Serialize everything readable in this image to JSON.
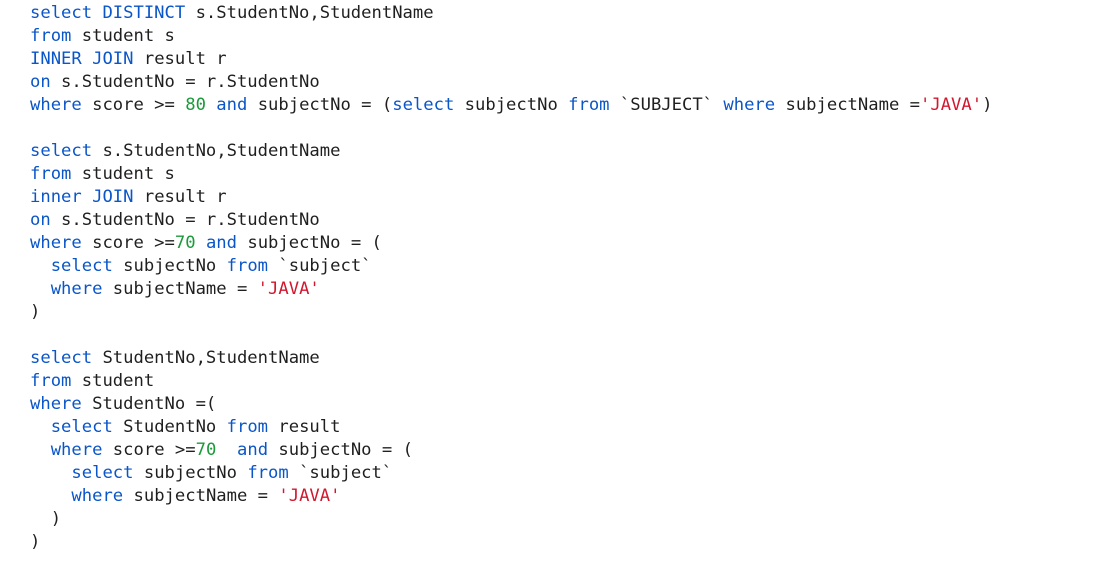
{
  "editor": {
    "colors": {
      "keyword": "#0a56c8",
      "number": "#1b9a3a",
      "string": "#d2182f",
      "plain": "#1f1f1f",
      "background": "#ffffff"
    },
    "lines": [
      [
        {
          "t": "kw",
          "v": "select"
        },
        {
          "t": "kw",
          "v": " DISTINCT"
        },
        {
          "t": "plain",
          "v": " s.StudentNo,StudentName"
        }
      ],
      [
        {
          "t": "kw",
          "v": "from"
        },
        {
          "t": "plain",
          "v": " student s"
        }
      ],
      [
        {
          "t": "kw",
          "v": "INNER"
        },
        {
          "t": "kw",
          "v": " JOIN"
        },
        {
          "t": "plain",
          "v": " result r"
        }
      ],
      [
        {
          "t": "kw",
          "v": "on"
        },
        {
          "t": "plain",
          "v": " s.StudentNo = r.StudentNo"
        }
      ],
      [
        {
          "t": "kw",
          "v": "where"
        },
        {
          "t": "plain",
          "v": " score >= "
        },
        {
          "t": "num",
          "v": "80"
        },
        {
          "t": "plain",
          "v": " "
        },
        {
          "t": "kw",
          "v": "and"
        },
        {
          "t": "plain",
          "v": " subjectNo = ("
        },
        {
          "t": "kw",
          "v": "select"
        },
        {
          "t": "plain",
          "v": " subjectNo "
        },
        {
          "t": "kw",
          "v": "from"
        },
        {
          "t": "plain",
          "v": " `SUBJECT` "
        },
        {
          "t": "kw",
          "v": "where"
        },
        {
          "t": "plain",
          "v": " subjectName ="
        },
        {
          "t": "str",
          "v": "'JAVA'"
        },
        {
          "t": "plain",
          "v": ")"
        }
      ],
      [],
      [
        {
          "t": "kw",
          "v": "select"
        },
        {
          "t": "plain",
          "v": " s.StudentNo,StudentName"
        }
      ],
      [
        {
          "t": "kw",
          "v": "from"
        },
        {
          "t": "plain",
          "v": " student s"
        }
      ],
      [
        {
          "t": "kw",
          "v": "inner"
        },
        {
          "t": "kw",
          "v": " JOIN"
        },
        {
          "t": "plain",
          "v": " result r"
        }
      ],
      [
        {
          "t": "kw",
          "v": "on"
        },
        {
          "t": "plain",
          "v": " s.StudentNo = r.StudentNo"
        }
      ],
      [
        {
          "t": "kw",
          "v": "where"
        },
        {
          "t": "plain",
          "v": " score >="
        },
        {
          "t": "num",
          "v": "70"
        },
        {
          "t": "plain",
          "v": " "
        },
        {
          "t": "kw",
          "v": "and"
        },
        {
          "t": "plain",
          "v": " subjectNo = ("
        }
      ],
      [
        {
          "t": "plain",
          "v": "  "
        },
        {
          "t": "kw",
          "v": "select"
        },
        {
          "t": "plain",
          "v": " subjectNo "
        },
        {
          "t": "kw",
          "v": "from"
        },
        {
          "t": "plain",
          "v": " `subject`"
        }
      ],
      [
        {
          "t": "plain",
          "v": "  "
        },
        {
          "t": "kw",
          "v": "where"
        },
        {
          "t": "plain",
          "v": " subjectName = "
        },
        {
          "t": "str",
          "v": "'JAVA'"
        }
      ],
      [
        {
          "t": "plain",
          "v": ")"
        }
      ],
      [],
      [
        {
          "t": "kw",
          "v": "select"
        },
        {
          "t": "plain",
          "v": " StudentNo,StudentName"
        }
      ],
      [
        {
          "t": "kw",
          "v": "from"
        },
        {
          "t": "plain",
          "v": " student"
        }
      ],
      [
        {
          "t": "kw",
          "v": "where"
        },
        {
          "t": "plain",
          "v": " StudentNo =("
        }
      ],
      [
        {
          "t": "plain",
          "v": "  "
        },
        {
          "t": "kw",
          "v": "select"
        },
        {
          "t": "plain",
          "v": " StudentNo "
        },
        {
          "t": "kw",
          "v": "from"
        },
        {
          "t": "plain",
          "v": " result"
        }
      ],
      [
        {
          "t": "plain",
          "v": "  "
        },
        {
          "t": "kw",
          "v": "where"
        },
        {
          "t": "plain",
          "v": " score >="
        },
        {
          "t": "num",
          "v": "70"
        },
        {
          "t": "plain",
          "v": "  "
        },
        {
          "t": "kw",
          "v": "and"
        },
        {
          "t": "plain",
          "v": " subjectNo = ("
        }
      ],
      [
        {
          "t": "plain",
          "v": "    "
        },
        {
          "t": "kw",
          "v": "select"
        },
        {
          "t": "plain",
          "v": " subjectNo "
        },
        {
          "t": "kw",
          "v": "from"
        },
        {
          "t": "plain",
          "v": " `subject`"
        }
      ],
      [
        {
          "t": "plain",
          "v": "    "
        },
        {
          "t": "kw",
          "v": "where"
        },
        {
          "t": "plain",
          "v": " subjectName = "
        },
        {
          "t": "str",
          "v": "'JAVA'"
        }
      ],
      [
        {
          "t": "plain",
          "v": "  )"
        }
      ],
      [
        {
          "t": "plain",
          "v": ")"
        }
      ]
    ]
  }
}
